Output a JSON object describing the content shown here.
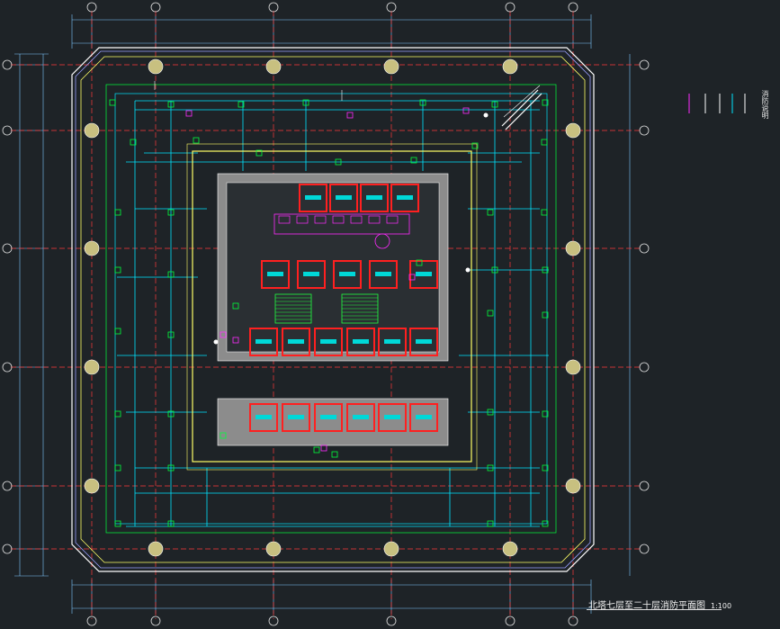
{
  "drawing": {
    "title": "北塔七层至二十层消防平面图",
    "scale": "1:100",
    "legend_heading": "消防说明"
  },
  "colors": {
    "background": "#1e2327",
    "grid_line": "#ff3a3a",
    "slab_edge": "#ffffff",
    "core_wall": "#ffff66",
    "sprinkler_pipe": "#00e5ff",
    "device": "#00ff3c",
    "alarm": "#ff2bff",
    "column_fill": "#c8c080",
    "elevator": "#ff2020",
    "elevator_core": "#00d8d8",
    "stair": "#20ff40",
    "core_fill": "#8c8c8c"
  },
  "icons": [
    "column-marker",
    "grid-bubble",
    "elevator-car",
    "stair-flight",
    "smoke-detector",
    "sprinkler-head"
  ]
}
